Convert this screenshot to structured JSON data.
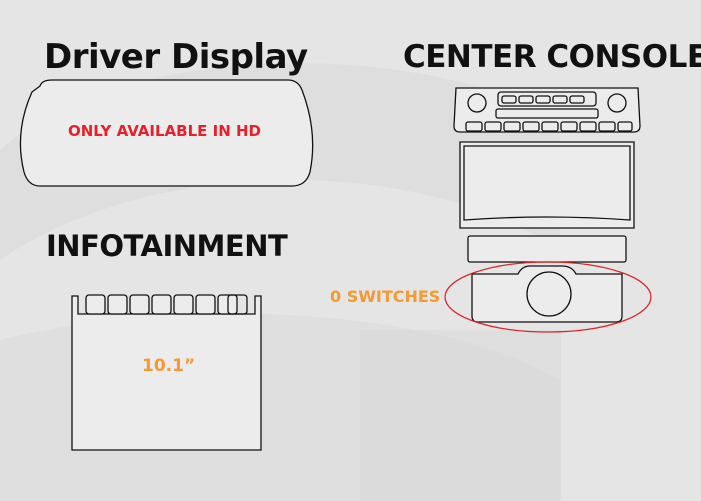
{
  "headings": {
    "driver_display": "Driver Display",
    "center_console": "CENTER CONSOLE",
    "infotainment": "INFOTAINMENT"
  },
  "notes": {
    "driver_display": "ONLY AVAILABLE IN HD",
    "infotainment_size": "10.1”",
    "console_switches": "0 SWITCHES"
  },
  "colors": {
    "background": "#e5e5e5",
    "watermark": "#d6d6d6",
    "outline": "#111111",
    "note_red": "#e8202a",
    "note_orange": "#f59a32",
    "highlight_ellipse": "#d9262b"
  }
}
